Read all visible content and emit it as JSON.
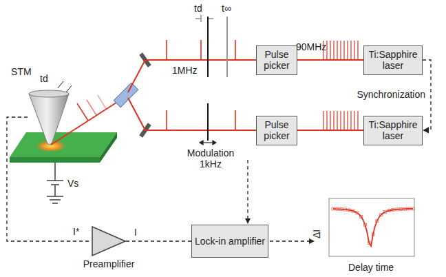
{
  "diagram": {
    "nodes": [
      {
        "text": [
          "Pulse picker"
        ]
      },
      {
        "text": [
          "Ti:Sapphire laser"
        ]
      },
      {
        "text": [
          "Pulse picker"
        ]
      },
      {
        "text": [
          "Ti:Sapphire laser"
        ]
      },
      {
        "text": [
          "Preamplifier"
        ]
      },
      {
        "text": [
          "Lock-in amplifier"
        ]
      }
    ],
    "edges": [
      {
        "from": 1,
        "to": 0,
        "arrow": "none"
      },
      {
        "from": 3,
        "to": 2,
        "arrow": "none"
      },
      {
        "from": 1,
        "to": 3,
        "arrow": "to",
        "label": "Synchronization"
      },
      {
        "from": 4,
        "to": 5,
        "arrow": "none",
        "label": "I"
      }
    ],
    "labels": [
      "STM",
      "td",
      "td",
      "t∞",
      "1MHz",
      "90MHz",
      "Modulation 1kHz",
      "Vs",
      "I*",
      "ΔI",
      "Delay time"
    ]
  }
}
